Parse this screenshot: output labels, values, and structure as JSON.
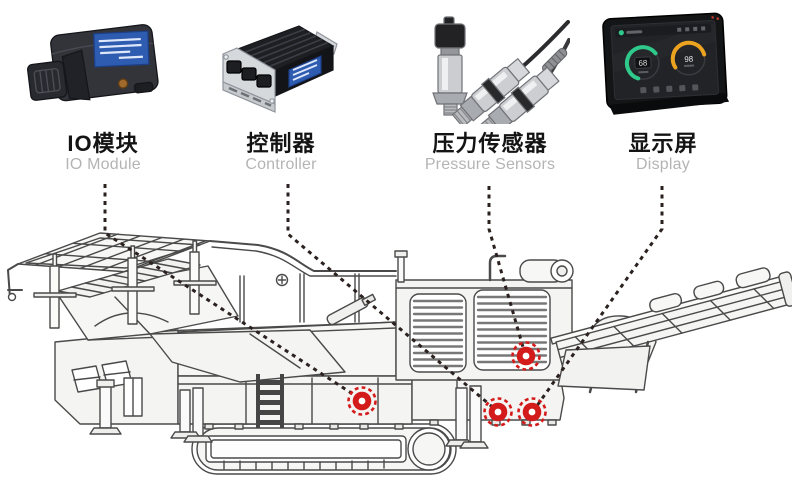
{
  "page": {
    "background": "#ffffff",
    "description_machine": "mobile tracked crusher line drawing"
  },
  "colors": {
    "marker_red": "#d41b1b",
    "callout_line": "#2b2220",
    "label_zh": "#141414",
    "label_en": "#b4b4b4",
    "module_label_blue": "#2e5cb0",
    "gauge_green": "#2fc98c",
    "gauge_amber": "#eca31f",
    "machine_line": "#4a4a4a"
  },
  "components": [
    {
      "id": "io-module",
      "label_zh": "IO模块",
      "label_en": "IO Module"
    },
    {
      "id": "controller",
      "label_zh": "控制器",
      "label_en": "Controller"
    },
    {
      "id": "pressure-sensors",
      "label_zh": "压力传感器",
      "label_en": "Pressure Sensors"
    },
    {
      "id": "display",
      "label_zh": "显示屏",
      "label_en": "Display"
    }
  ],
  "display_screen": {
    "left_gauge_value": "68",
    "right_gauge_value": "98"
  },
  "markers": [
    {
      "component": "io-module"
    },
    {
      "component": "controller"
    },
    {
      "component": "pressure-sensors"
    },
    {
      "component": "display"
    }
  ]
}
